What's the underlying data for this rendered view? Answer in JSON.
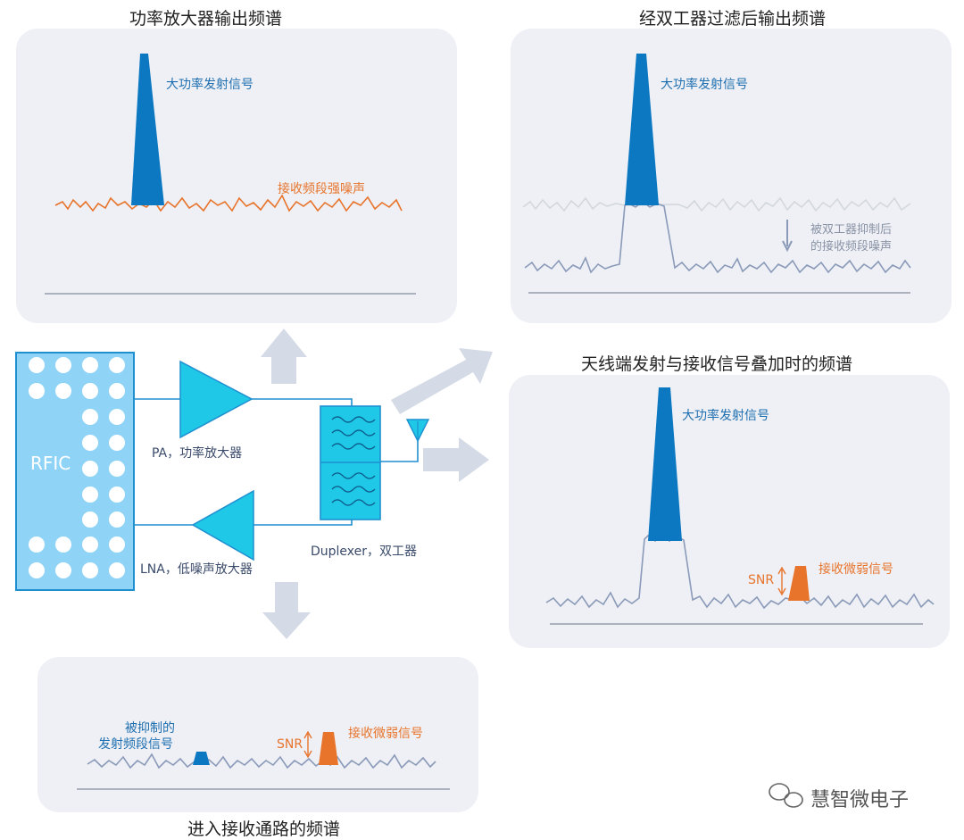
{
  "panels": {
    "pa_output": {
      "title": "功率放大器输出频谱",
      "tx_label": "大功率发射信号",
      "noise_label": "接收频段强噪声"
    },
    "duplexer_filtered": {
      "title": "经双工器过滤后输出频谱",
      "tx_label": "大功率发射信号",
      "suppressed_line1": "被双工器抑制后",
      "suppressed_line2": "的接收频段噪声"
    },
    "antenna": {
      "title": "天线端发射与接收信号叠加时的频谱",
      "tx_label": "大功率发射信号",
      "snr_label": "SNR",
      "rx_label": "接收微弱信号"
    },
    "receive_path": {
      "title": "进入接收通路的频谱",
      "suppressed_tx_line1": "被抑制的",
      "suppressed_tx_line2": "发射频段信号",
      "snr_label": "SNR",
      "rx_label": "接收微弱信号"
    }
  },
  "blocks": {
    "rfic_label": "RFIC",
    "pa_label": "PA，功率放大器",
    "lna_label": "LNA，低噪声放大器",
    "duplexer_label": "Duplexer，双工器"
  },
  "watermark": "慧智微电子",
  "colors": {
    "panel_bg": "#eef0f5",
    "tx_blue": "#0c78c2",
    "noise_orange": "#e8742c",
    "noise_gray": "#8a9ab8",
    "amp_cyan": "#1ec8e6",
    "rfic_blue": "#8fd3f6",
    "arrow_gray": "#d5dbe6"
  }
}
